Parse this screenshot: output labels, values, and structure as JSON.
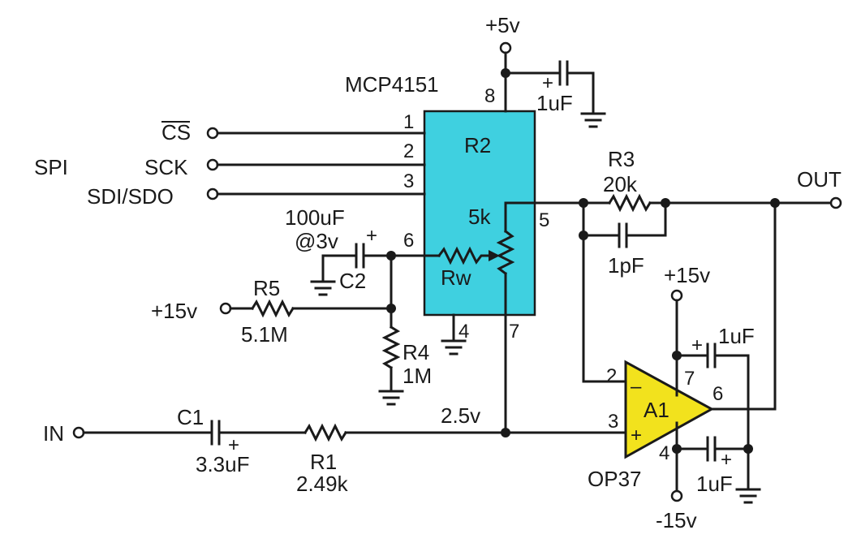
{
  "chip": {
    "name": "MCP4151",
    "pot": "R2",
    "value": "5k",
    "wiper": "Rw"
  },
  "pins": {
    "p1": "1",
    "p2": "2",
    "p3": "3",
    "p4": "4",
    "p5": "5",
    "p6": "6",
    "p7": "7",
    "p8": "8"
  },
  "spi": {
    "bus": "SPI",
    "cs": "CS",
    "sck": "SCK",
    "sdi": "SDI/SDO"
  },
  "rails": {
    "p5v": "+5v",
    "p15v": "+15v",
    "n15v": "-15v"
  },
  "caps": {
    "c_top": "1uF",
    "c_top_plus": "+",
    "c2_value": "100uF",
    "c2_rating": "@3v",
    "c2_name": "C2",
    "c2_plus": "+",
    "c1_name": "C1",
    "c1_value": "3.3uF",
    "c1_plus": "+",
    "c_fb": "1pF",
    "c_pos": "1uF",
    "c_pos_plus": "+",
    "c_neg": "1uF",
    "c_neg_plus": "+"
  },
  "resistors": {
    "r3_name": "R3",
    "r3_value": "20k",
    "r5_name": "R5",
    "r5_value": "5.1M",
    "r4_name": "R4",
    "r4_value": "1M",
    "r1_name": "R1",
    "r1_value": "2.49k"
  },
  "opamp": {
    "name": "A1",
    "part": "OP37",
    "minus": "–",
    "plus": "+",
    "pin2": "2",
    "pin3": "3",
    "pin4": "4",
    "pin6": "6",
    "pin7": "7"
  },
  "nets": {
    "mid": "2.5v",
    "in": "IN",
    "out": "OUT"
  },
  "colors": {
    "chip_fill": "#3fd0e0",
    "opamp_fill": "#f2e21d",
    "wire": "#1a1a1a"
  }
}
